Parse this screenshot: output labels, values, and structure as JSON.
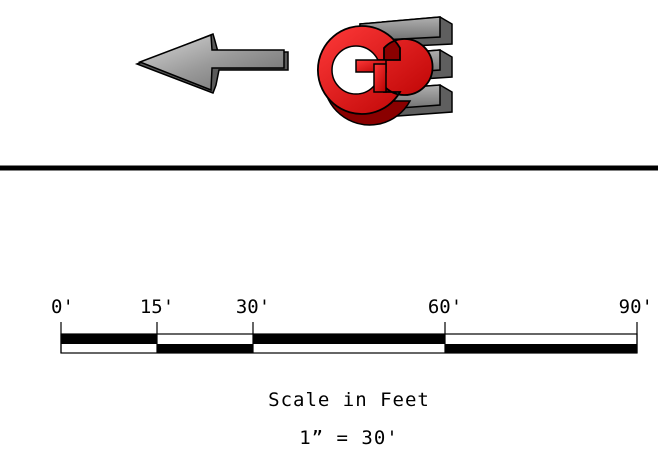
{
  "logo": {
    "letter": "G",
    "colors": {
      "letter_red": "#e01818",
      "bars_gray": "#8a8a8a",
      "outline": "#000000"
    }
  },
  "north_arrow": {
    "icon": "arrow-left-icon",
    "color": "#9a9a9a"
  },
  "scale_bar": {
    "ticks": [
      "0'",
      "15'",
      "30'",
      "60'",
      "90'"
    ],
    "tick_values": [
      0,
      15,
      30,
      60,
      90
    ],
    "fill_pattern": [
      "top",
      "bottom",
      "top",
      "bottom"
    ]
  },
  "caption": {
    "title": "Scale in Feet",
    "ratio": "1” = 30'"
  }
}
